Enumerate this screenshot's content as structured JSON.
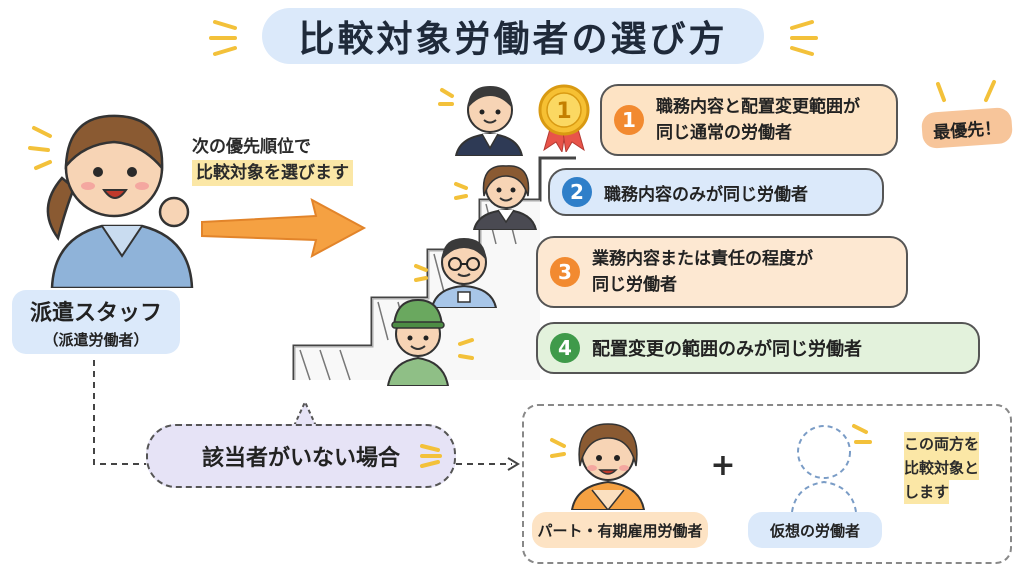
{
  "title": "比較対象労働者の選び方",
  "staff": {
    "label": "派遣スタッフ",
    "sublabel": "（派遣労働者）"
  },
  "arrow_note": {
    "line1": "次の優先順位で",
    "line2": "比較対象を選びます"
  },
  "steps": [
    {
      "number": "1",
      "line1": "職務内容と配置変更範囲が",
      "line2": "同じ通常の労働者",
      "color": "#f28a30",
      "bg": "#fde3c4"
    },
    {
      "number": "2",
      "line1": "職務内容のみが同じ労働者",
      "line2": "",
      "color": "#2f7fc9",
      "bg": "#dbe9fa"
    },
    {
      "number": "3",
      "line1": "業務内容または責任の程度が",
      "line2": "同じ労働者",
      "color": "#f28a30",
      "bg": "#fde8d2"
    },
    {
      "number": "4",
      "line1": "配置変更の範囲のみが同じ労働者",
      "line2": "",
      "color": "#3f9a4a",
      "bg": "#e3f2dc"
    }
  ],
  "medal_number": "1",
  "priority_badge": "最優先！",
  "fallback": {
    "condition": "該当者がいない場合",
    "plus": "+",
    "part_time": "パート・有期雇用労働者",
    "virtual": "仮想の労働者",
    "note_line1": "この両方を",
    "note_line2": "比較対象と",
    "note_line3": "します"
  },
  "colors": {
    "title_bg": "#dbe9fa",
    "accent_orange": "#f28a30",
    "accent_blue": "#2f7fc9",
    "accent_green": "#3f9a4a",
    "highlight_yellow": "#fbe7a6",
    "condition_bg": "#e6e3f6"
  }
}
